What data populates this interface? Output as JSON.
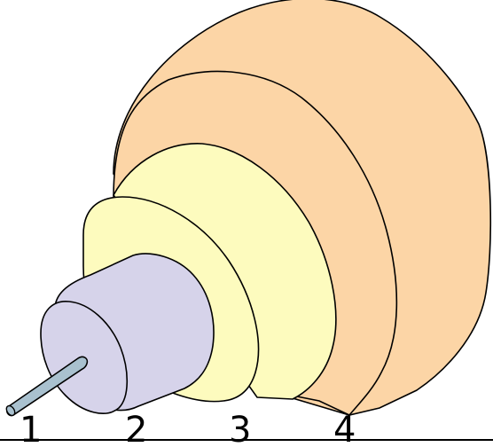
{
  "colors": {
    "background": "#ffffff",
    "outline": "#000000",
    "fiber_core": "#a9c1cf",
    "cladding": "#d6d3ea",
    "buffer_coating": "#fdfbbe",
    "outer_jacket": "#fcd5a6"
  },
  "labels": [
    "1",
    "2",
    "3",
    "4"
  ]
}
